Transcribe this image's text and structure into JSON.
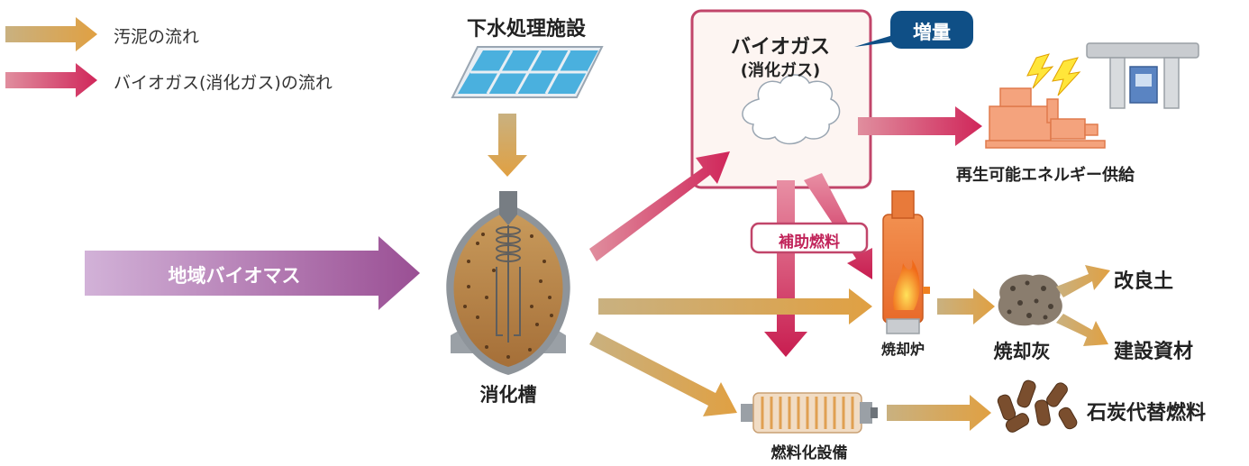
{
  "legend": {
    "sludge": "汚泥の流れ",
    "biogas": "バイオガス(消化ガス)の流れ"
  },
  "labels": {
    "sewage_facility": "下水処理施設",
    "biogas_title": "バイオガス",
    "biogas_sub": "(消化ガス)",
    "increase_badge": "増量",
    "renewable_supply": "再生可能エネルギー供給",
    "aux_fuel": "補助燃料",
    "regional_biomass": "地域バイオマス",
    "digester": "消化槽",
    "incinerator": "焼却炉",
    "incinerated_ash": "焼却灰",
    "soil_improvement": "改良土",
    "construction_material": "建設資材",
    "fuel_facility": "燃料化設備",
    "coal_substitute": "石炭代替燃料"
  },
  "colors": {
    "sludge_arrow": "#d9a04e",
    "biogas_arrow": "#d0365e",
    "biomass_arrow": "#b06fa6",
    "badge": "#0f4f86",
    "box_border": "#c1456a",
    "box_fill": "#fdf5f2"
  }
}
